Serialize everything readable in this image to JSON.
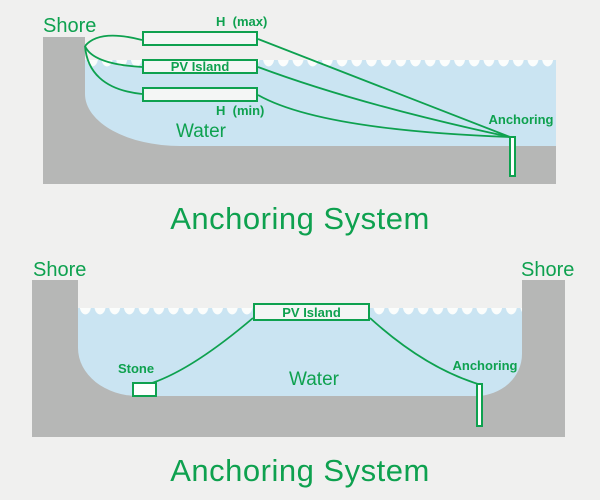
{
  "colors": {
    "accent_green": "#0ea14f",
    "water_blue": "#cae4f2",
    "ground_gray": "#b6b7b6",
    "background": "#f0f0ef",
    "box_fill": "#f4f6f5",
    "wave_white": "#fbfdfc"
  },
  "top": {
    "shore": "Shore",
    "h_max": "H  (max)",
    "pv_island": "PV Island",
    "h_min": "H  (min)",
    "water": "Water",
    "anchoring": "Anchoring",
    "title": "Anchoring System"
  },
  "bottom": {
    "shore_left": "Shore",
    "shore_right": "Shore",
    "pv_island": "PV Island",
    "stone": "Stone",
    "water": "Water",
    "anchoring": "Anchoring",
    "title": "Anchoring System"
  }
}
